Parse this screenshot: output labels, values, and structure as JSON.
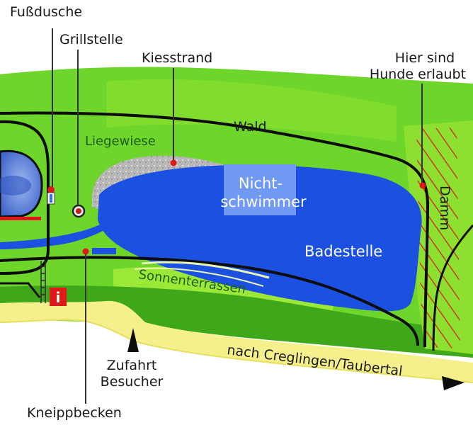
{
  "labels": {
    "fussdusche": "Fußdusche",
    "grillstelle": "Grillstelle",
    "kiesstrand": "Kiesstrand",
    "hunde_line1": "Hier sind",
    "hunde_line2": "Hunde erlaubt",
    "wald": "Wald",
    "liegewiese": "Liegewiese",
    "nichtschwimmer_line1": "Nicht-",
    "nichtschwimmer_line2": "schwimmer",
    "damm": "Damm",
    "badestelle": "Badestelle",
    "sonnenterrassen": "Sonnenterrassen",
    "zufahrt_line1": "Zufahrt",
    "zufahrt_line2": "Besucher",
    "creglingen": "nach Creglingen/Taubertal",
    "kneippbecken": "Kneippbecken",
    "info": "i"
  },
  "icons": {
    "info": "info-icon",
    "shower": "shower-icon",
    "grill": "grill-icon",
    "arrow": "arrow-icon"
  },
  "colors": {
    "background": "#ffffff",
    "meadow": "#6ed62a",
    "meadow_dark": "#3fa81a",
    "meadow_light": "#a6ee3a",
    "road": "#f6f08c",
    "water": "#1b50e0",
    "water_light": "#6f99f2",
    "pool": "#5b82d8",
    "gravel": "#b8b8b8",
    "path": "#0d0d0d",
    "marker": "#e01818",
    "dam_hatch": "#cc3322",
    "info_bg": "#dd1a1a"
  }
}
